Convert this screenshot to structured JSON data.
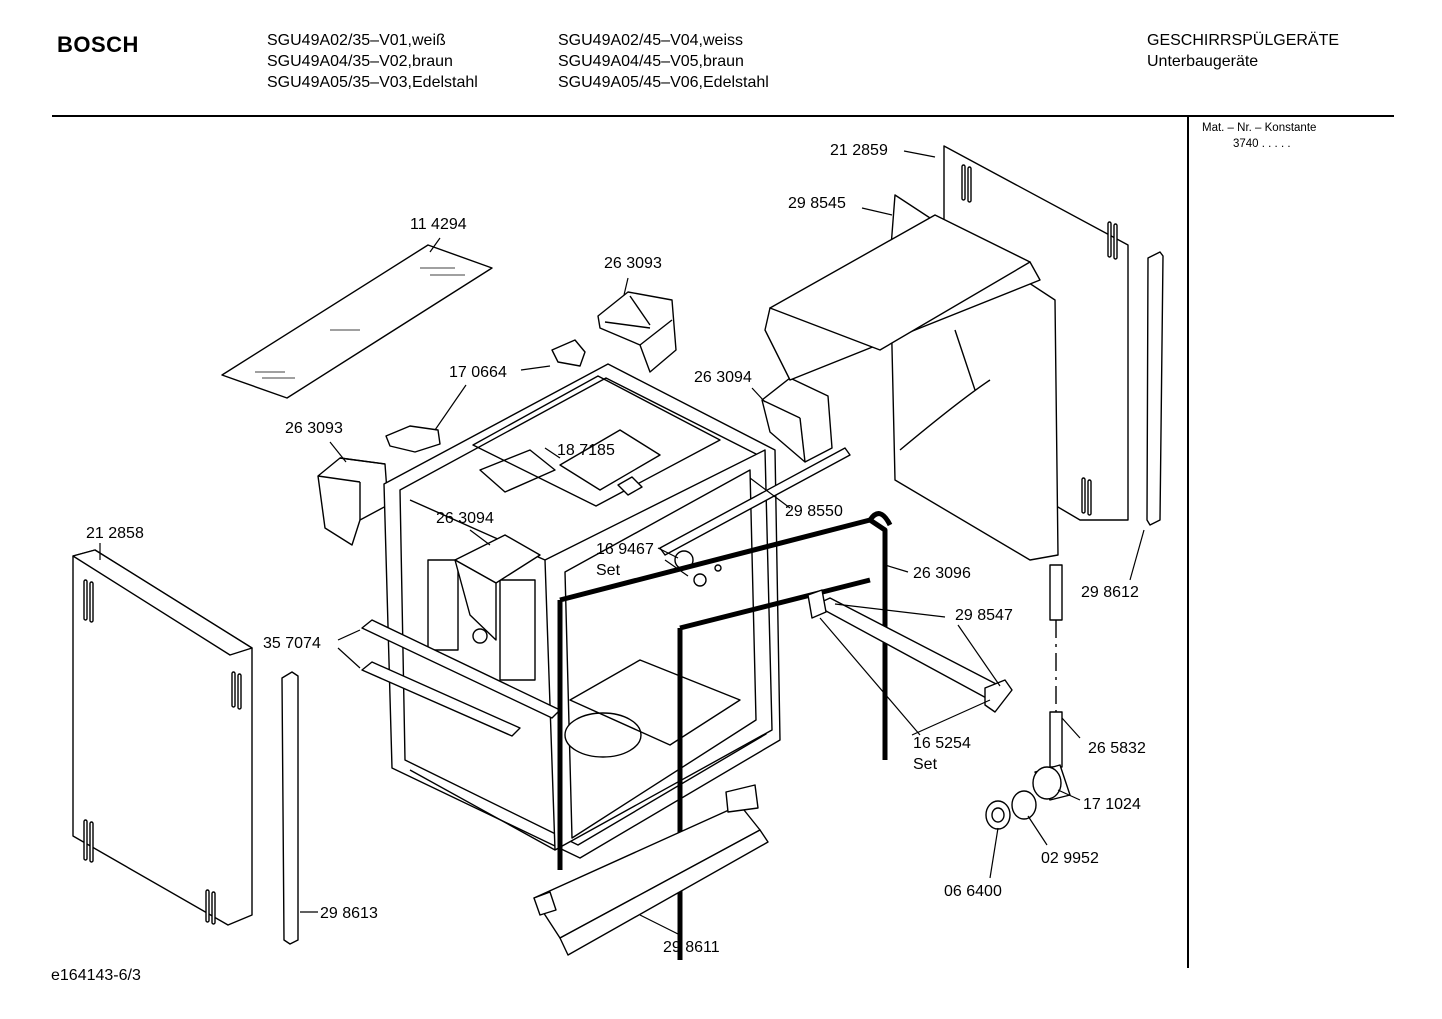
{
  "header": {
    "brand": "BOSCH",
    "models_col1": [
      "SGU49A02/35–V01,weiß",
      "SGU49A04/35–V02,braun",
      "SGU49A05/35–V03,Edelstahl"
    ],
    "models_col2": [
      "SGU49A02/45–V04,weiss",
      "SGU49A04/45–V05,braun",
      "SGU49A05/45–V06,Edelstahl"
    ],
    "category_title": "GESCHIRRSPÜLGERÄTE",
    "category_subtitle": "Unterbaugeräte"
  },
  "sidebar": {
    "mat_label": "Mat. – Nr. – Konstante",
    "mat_value": "3740  .  .  .  .  ."
  },
  "parts": {
    "p212859": "21 2859",
    "p298545": "29 8545",
    "p114294": "11 4294",
    "p263093a": "26 3093",
    "p170664": "17 0664",
    "p263094a": "26 3094",
    "p263093b": "26 3093",
    "p187185": "18 7185",
    "p298550": "29 8550",
    "p263094b": "26 3094",
    "p169467": "16 9467",
    "set1": "Set",
    "p212858": "21 2858",
    "p263096": "26 3096",
    "p298612": "29 8612",
    "p298547": "29 8547",
    "p357074": "35 7074",
    "p265832": "26 5832",
    "p165254": "16 5254",
    "set2": "Set",
    "p171024": "17 1024",
    "p029952": "02 9952",
    "p066400": "06 6400",
    "p298613": "29 8613",
    "p298611": "29 8611"
  },
  "footer": {
    "doc_id": "e164143-6/3"
  }
}
